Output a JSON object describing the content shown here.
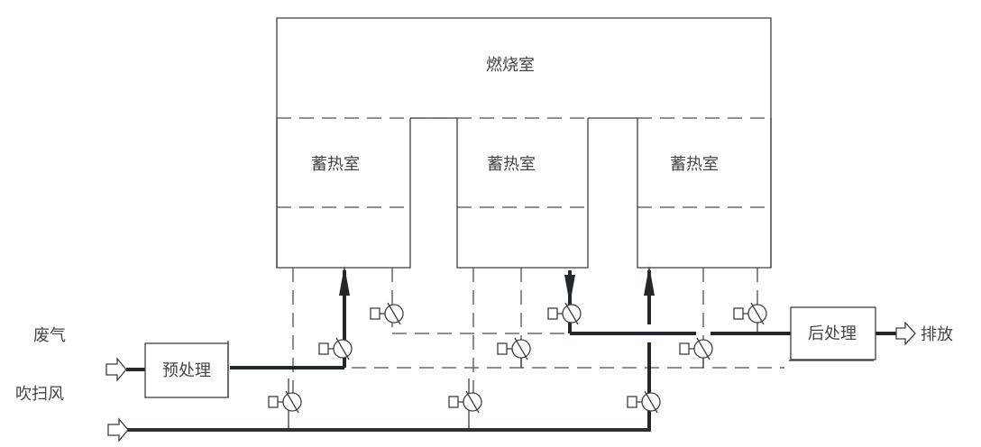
{
  "labels": {
    "combustion_chamber": "燃烧室",
    "regen_chambers": [
      "蓄热室",
      "蓄热室",
      "蓄热室"
    ],
    "waste_gas": "废气",
    "purge_air": "吹扫风",
    "pretreatment": "预处理",
    "posttreatment": "后处理",
    "exhaust": "排放"
  },
  "icons": {
    "valve": "valve-icon",
    "inlet_arrow": "hollow-arrow-icon",
    "flow_arrow": "flow-arrow-icon"
  }
}
